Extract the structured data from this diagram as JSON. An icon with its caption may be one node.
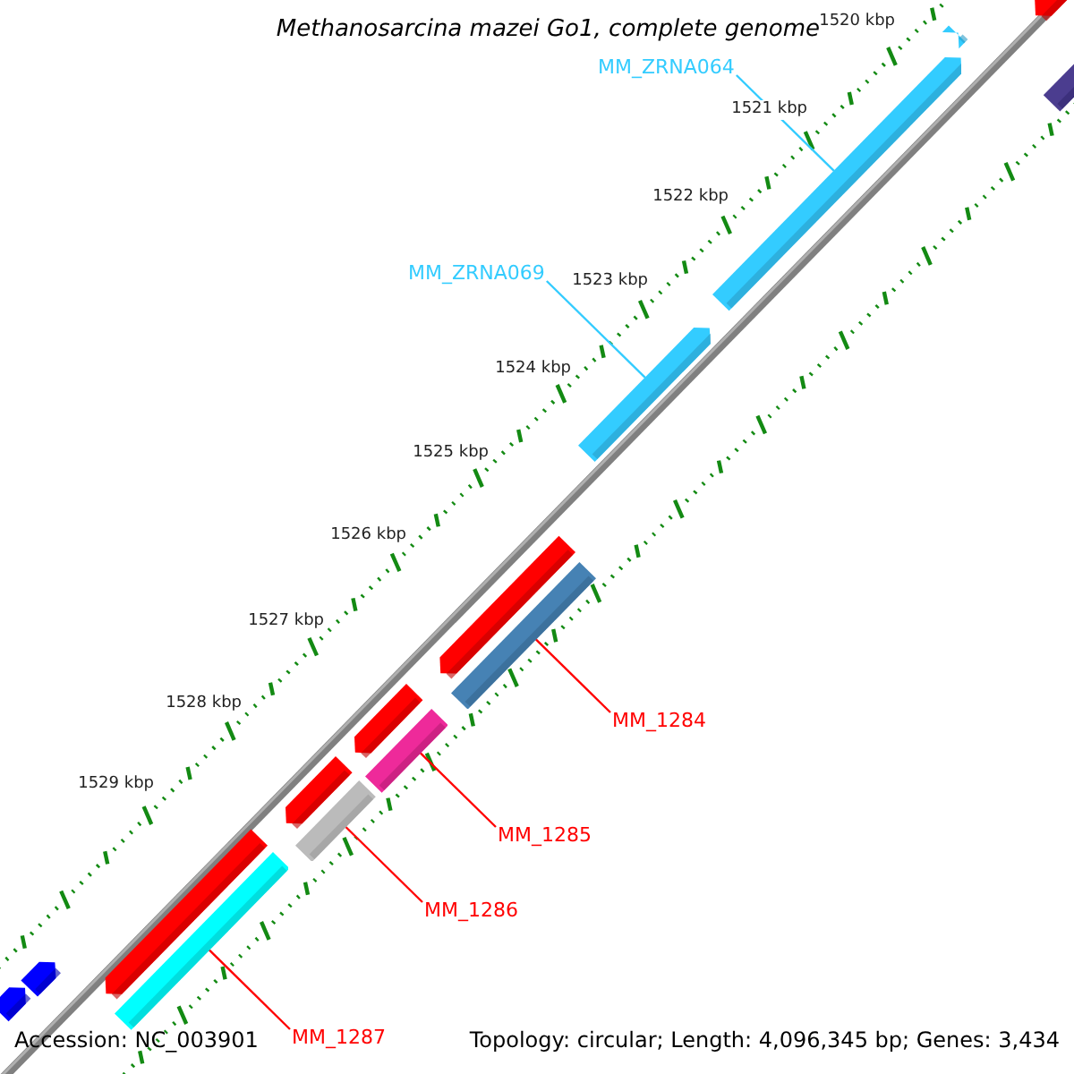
{
  "diagram": {
    "title": "Methanosarcina mazei Go1, complete genome",
    "nodes": [
      {
        "text": [
          "MM_ZRNA064"
        ]
      },
      {
        "text": [
          "MM_ZRNA069"
        ]
      },
      {
        "text": [
          "MM_1284"
        ]
      },
      {
        "text": [
          "MM_1285"
        ]
      },
      {
        "text": [
          "MM_1286"
        ]
      },
      {
        "text": [
          "MM_1287"
        ]
      },
      {
        "text": [],
        "shape": "bar"
      },
      {
        "text": [],
        "shape": "bar"
      },
      {
        "text": [],
        "shape": "bar"
      },
      {
        "text": [],
        "shape": "bar"
      },
      {
        "text": [],
        "shape": "bar"
      },
      {
        "text": [],
        "shape": "bar"
      }
    ],
    "edges": [
      {
        "from": 0,
        "to": 6,
        "arrow": "none",
        "color": "#33ccff"
      },
      {
        "from": 1,
        "to": 7,
        "arrow": "none",
        "color": "#33ccff"
      },
      {
        "from": 2,
        "to": 8,
        "arrow": "none"
      },
      {
        "from": 3,
        "to": 9,
        "arrow": "none"
      },
      {
        "from": 4,
        "to": 10,
        "arrow": "none"
      },
      {
        "from": 5,
        "to": 11,
        "arrow": "none"
      }
    ],
    "labels": [
      "1520 kbp",
      "1521 kbp",
      "1522 kbp",
      "1523 kbp",
      "1524 kbp",
      "1525 kbp",
      "1526 kbp",
      "1527 kbp",
      "1528 kbp",
      "1529 kbp",
      "Accession: NC_003901",
      "Topology: circular; Length: 4,096,345 bp; Genes: 3,434"
    ]
  }
}
